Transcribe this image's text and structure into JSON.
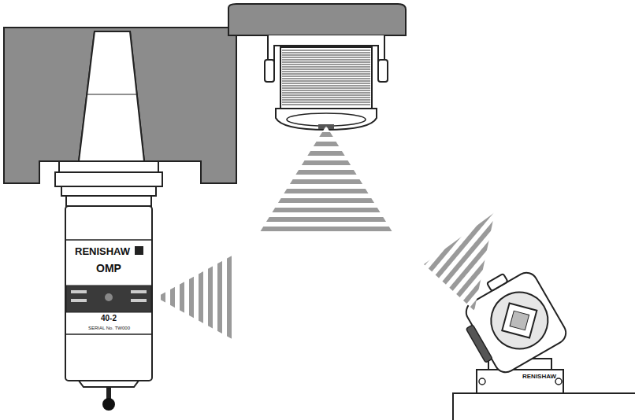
{
  "diagram": {
    "labels": [
      "RENISHAW",
      "OMP",
      "40-2",
      "SERIAL No. TW000",
      "RENISHAW"
    ]
  }
}
